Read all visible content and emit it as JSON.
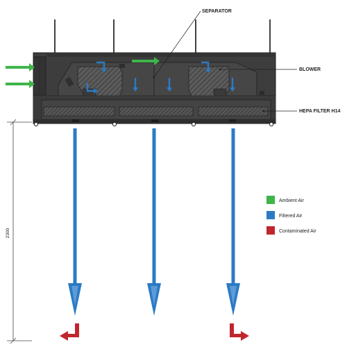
{
  "labels": {
    "separator": "SEPARATOR",
    "blower": "BLOWER",
    "hepa_filter": "HEPA FILTER H14"
  },
  "dimension": "2300",
  "legend": [
    {
      "label": "Ambient Air",
      "color": "#3fb54a"
    },
    {
      "label": "Filtered Air",
      "color": "#2b7bc4"
    },
    {
      "label": "Contaminated Air",
      "color": "#c0272d"
    }
  ],
  "colors": {
    "housing": "#3d3d3d",
    "housing_inner": "#4a4a4a",
    "blower_hatch": "#5a5a5a",
    "ambient": "#3fb54a",
    "filtered": "#2b7bc4",
    "contaminated": "#c0272d"
  }
}
